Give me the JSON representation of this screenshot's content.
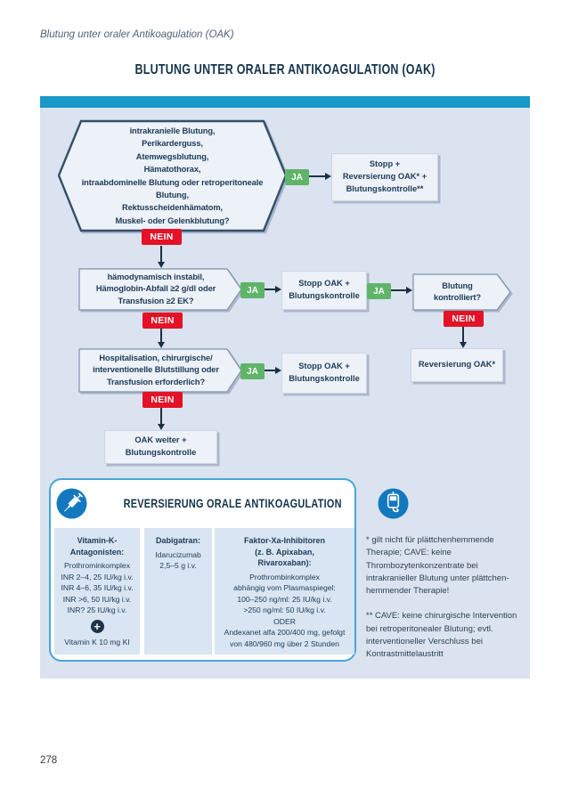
{
  "page": {
    "running_header": "Blutung unter oraler Antikoagulation (OAK)",
    "title": "BLUTUNG UNTER ORALER ANTIKOAGULATION (OAK)",
    "page_number": "278"
  },
  "labels": {
    "ja": "JA",
    "nein": "NEIN"
  },
  "flowchart": {
    "severe_bleeding_question": "intrakranielle Blutung,\nPerikarderguss,\nAtemwegsblutung,\nHämatothorax,\nintraabdominelle Blutung oder retroperitoneale\nBlutung,\nRektusscheidenhämatom,\nMuskel- oder Gelenkblutung?",
    "stop_reversal": "Stopp +\nReversierung OAK* +\nBlutungskontrolle**",
    "hemodynamic_question": "hämodynamisch instabil,\nHämoglobin-Abfall ≥2 g/dl oder\nTransfusion ≥2 EK?",
    "stop_oak_1": "Stopp OAK +\nBlutungskontrolle",
    "bleeding_controlled_question": "Blutung\nkontrolliert?",
    "reversal_oak": "Reversierung OAK*",
    "hospital_question": "Hospitalisation, chirurgische/\ninterventionelle Blutstillung oder\nTransfusion erforderlich?",
    "stop_oak_2": "Stopp OAK +\nBlutungskontrolle",
    "continue_oak": "OAK weiter +\nBlutungskontrolle"
  },
  "reversal_panel": {
    "title": "REVERSIERUNG ORALE ANTIKOAGULATION",
    "icons": {
      "left": "syringe",
      "right": "iv-bag",
      "plus": "+"
    },
    "columns": [
      {
        "heading": "Vitamin-K-\nAntagonisten:",
        "body": "Prothrominkomplex\nINR 2–4, 25 IU/kg i.v.\nINR 4–6, 35 IU/kg i.v.\nINR >6, 50 IU/kg i.v.\nINR? 25 IU/kg i.v.",
        "extra": "Vitamin K 10 mg KI"
      },
      {
        "heading": "Dabigatran:",
        "body": "Idarucizumab\n2,5–5 g i.v."
      },
      {
        "heading": "Faktor-Xa-Inhibitoren\n(z. B. Apixaban,\nRivaroxaban):",
        "body": "Prothrombinkomplex\nabhängig vom Plasmaspiegel:\n100–250 ng/ml: 25 IU/kg i.v.\n>250 ng/ml: 50 IU/kg i.v.\nODER\nAndexanet alfa 200/400 mg, gefolgt\nvon 480/960 mg über 2 Stunden"
      }
    ]
  },
  "footnotes": {
    "first": "* gilt nicht für plättchenhemmende\nTherapie; CAVE: keine\nThrombozytenkonzentrate bei\nintrakranieller Blutung unter plättchen-\nhemmender Therapie!",
    "second": "** CAVE: keine chirurgische Intervention\nbei retroperitonealer Blutung; evtl.\ninterventioneller Verschluss bei\nKontrastmittelaustritt"
  },
  "colors": {
    "teal_bar": "#1899c7",
    "panel_background": "#dae3ef",
    "ja_green": "#5fb46a",
    "nein_red": "#e31226",
    "navy_text": "#1d3a56",
    "icon_circle_blue": "#1478be",
    "reversal_border_blue": "#46a7d8"
  }
}
